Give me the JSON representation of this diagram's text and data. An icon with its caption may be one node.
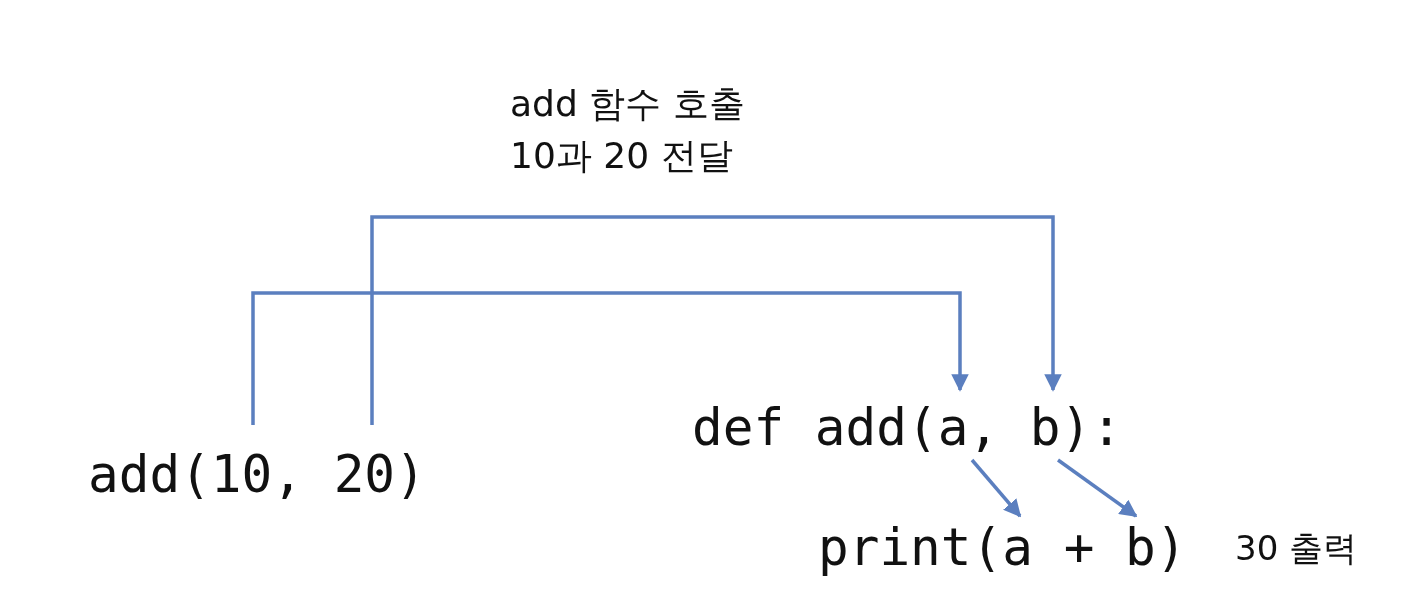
{
  "diagram": {
    "nodes": [
      {
        "text": [
          "add(10, 20)"
        ]
      },
      {
        "text": [
          "def add(a, b):"
        ]
      },
      {
        "text": [
          "print(a + b)"
        ],
        "beside": [
          "30 출력"
        ]
      }
    ],
    "edges": [
      {
        "from": 0,
        "to": 1,
        "arrow": "to"
      },
      {
        "from": 0,
        "to": 1,
        "arrow": "to"
      },
      {
        "from": 1,
        "to": 2,
        "arrow": "to"
      },
      {
        "from": 1,
        "to": 2,
        "arrow": "to"
      }
    ],
    "labels": [
      "add 함수 호출 10과 20 전달"
    ]
  }
}
